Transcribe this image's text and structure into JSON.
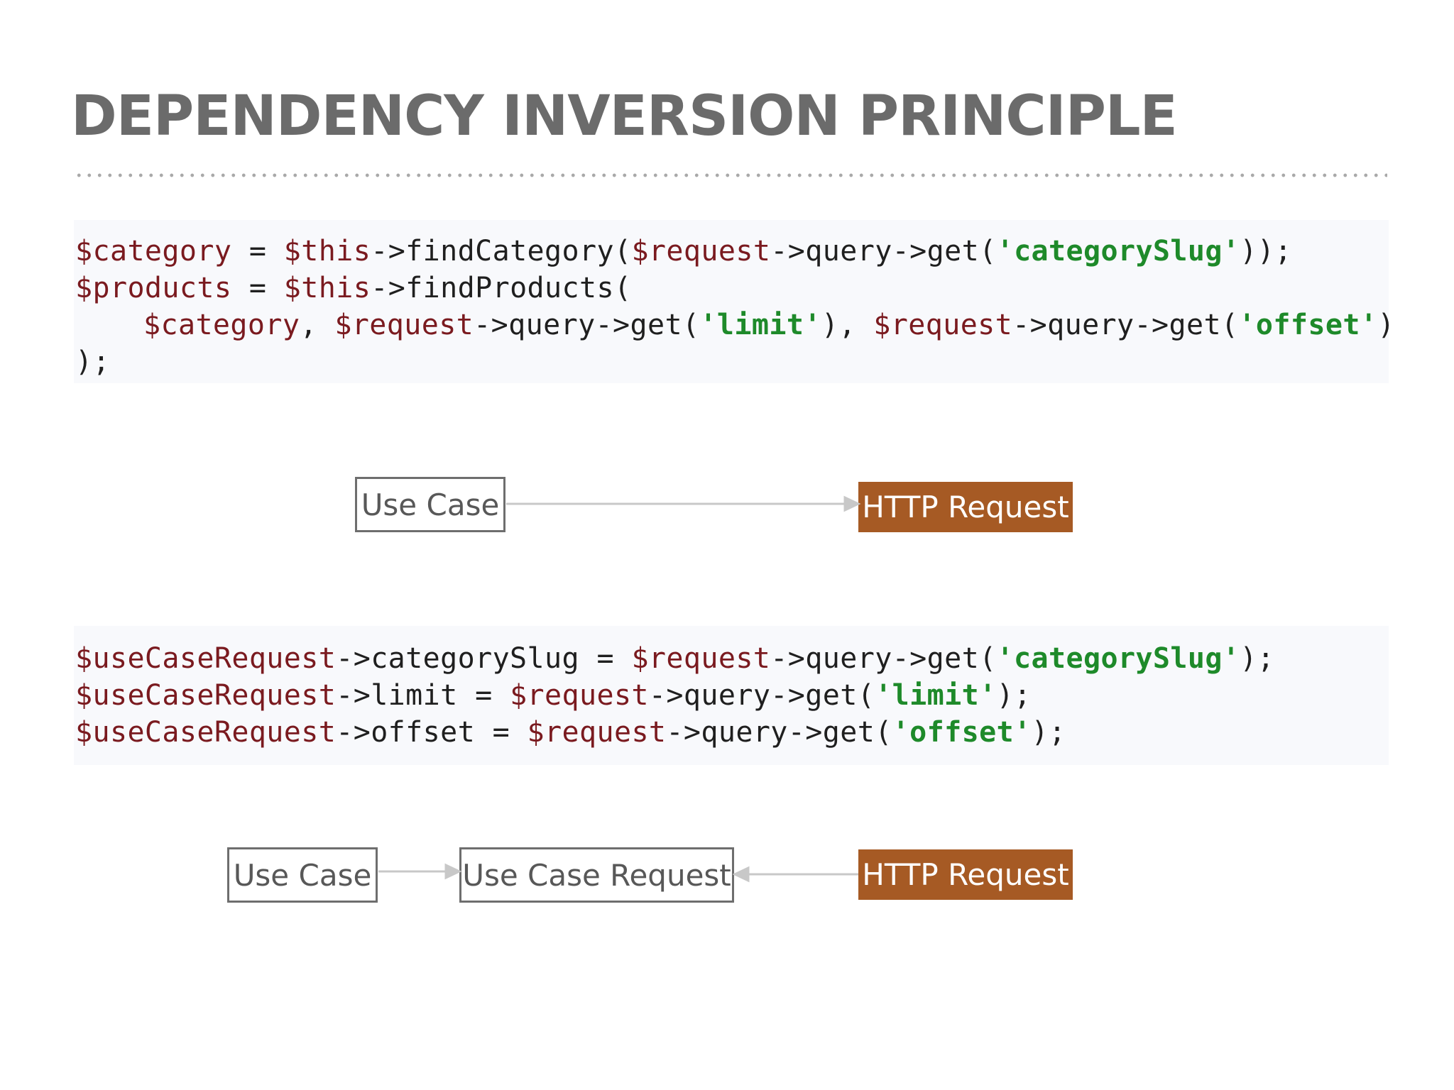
{
  "title": "DEPENDENCY INVERSION PRINCIPLE",
  "code1": {
    "l1": {
      "a": "$category",
      "b": " = ",
      "c": "$this",
      "d": "->findCategory(",
      "e": "$request",
      "f": "->query->get(",
      "g": "'categorySlug'",
      "h": "));"
    },
    "l2": {
      "a": "$products",
      "b": " = ",
      "c": "$this",
      "d": "->findProducts("
    },
    "l3": {
      "a": "$category",
      "b": ", ",
      "c": "$request",
      "d": "->query->get(",
      "e": "'limit'",
      "f": "), ",
      "g": "$request",
      "h": "->query->get(",
      "i": "'offset'",
      "j": ")"
    },
    "l4": {
      "a": ");"
    }
  },
  "code2": {
    "l1": {
      "a": "$useCaseRequest",
      "b": "->categorySlug = ",
      "c": "$request",
      "d": "->query->get(",
      "e": "'categorySlug'",
      "f": ");"
    },
    "l2": {
      "a": "$useCaseRequest",
      "b": "->limit = ",
      "c": "$request",
      "d": "->query->get(",
      "e": "'limit'",
      "f": ");"
    },
    "l3": {
      "a": "$useCaseRequest",
      "b": "->offset = ",
      "c": "$request",
      "d": "->query->get(",
      "e": "'offset'",
      "f": ");"
    }
  },
  "diagram1": {
    "use_case": "Use Case",
    "http_request": "HTTP Request"
  },
  "diagram2": {
    "use_case": "Use Case",
    "use_case_request": "Use Case Request",
    "http_request": "HTTP Request"
  },
  "colors": {
    "http_box": "#a65a24",
    "variable": "#7a1a1f",
    "string": "#1e8a2a",
    "title": "#6b6b6b"
  }
}
